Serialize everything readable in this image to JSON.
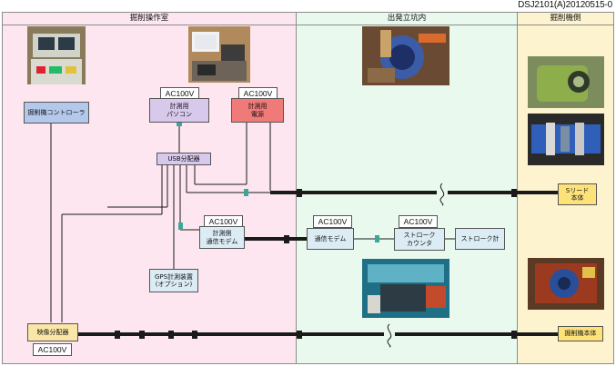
{
  "document_id": "DSJ2101(A)20120515-0",
  "zones": {
    "control_room": "掘削操作室",
    "shaft": "出発立坑内",
    "machine_side": "掘削機側"
  },
  "power": {
    "pc": "AC100V",
    "psu": "AC100V",
    "modem_tunnel": "AC100V",
    "modem_shaft": "AC100V",
    "counter": "AC100V",
    "video": "AC100V"
  },
  "devices": {
    "controller": "掘削機コントローラ",
    "measurement_pc": "計測用\nパソコン",
    "measurement_psu": "計測用\n電源",
    "usb_hub": "USB分配器",
    "measurement_modem": "計測側\n通信モデム",
    "gps": "GPS計測装置\n(オプション)",
    "comm_modem": "通信モデム",
    "stroke_counter": "ストローク\nカウンタ",
    "stroke_meter": "ストローク計",
    "video_splitter": "映像分配器",
    "s_lead": "Sリード\n本体",
    "machine_body": "掘削機本体"
  },
  "colors": {
    "control_bg": "#fde6f0",
    "shaft_bg": "#e9f9ee",
    "machine_bg": "#fdf4cf",
    "controller_fill": "#b4c8ec",
    "pc_fill": "#d7c9ec",
    "psu_fill": "#f07a78",
    "usb_fill": "#d7c9ec",
    "modem_fill": "#dcecf4",
    "splitter_fill": "#fae6a6",
    "machine_fill": "#fde27a",
    "cable": "#1a1a1a",
    "connector": "#3aa79a"
  }
}
